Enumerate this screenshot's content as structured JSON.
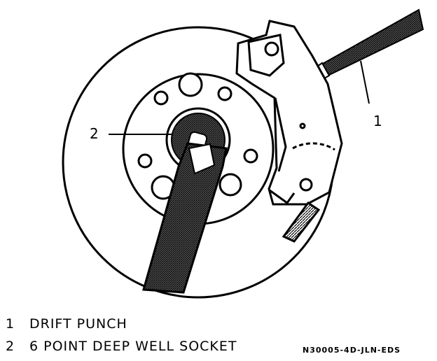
{
  "callouts": [
    {
      "number": "1"
    },
    {
      "number": "2"
    }
  ],
  "legend": [
    {
      "number": "1",
      "label": "DRIFT PUNCH"
    },
    {
      "number": "2",
      "label": "6 POINT DEEP WELL SOCKET"
    }
  ],
  "figure_code": "N30005-4D-JLN-EDS"
}
